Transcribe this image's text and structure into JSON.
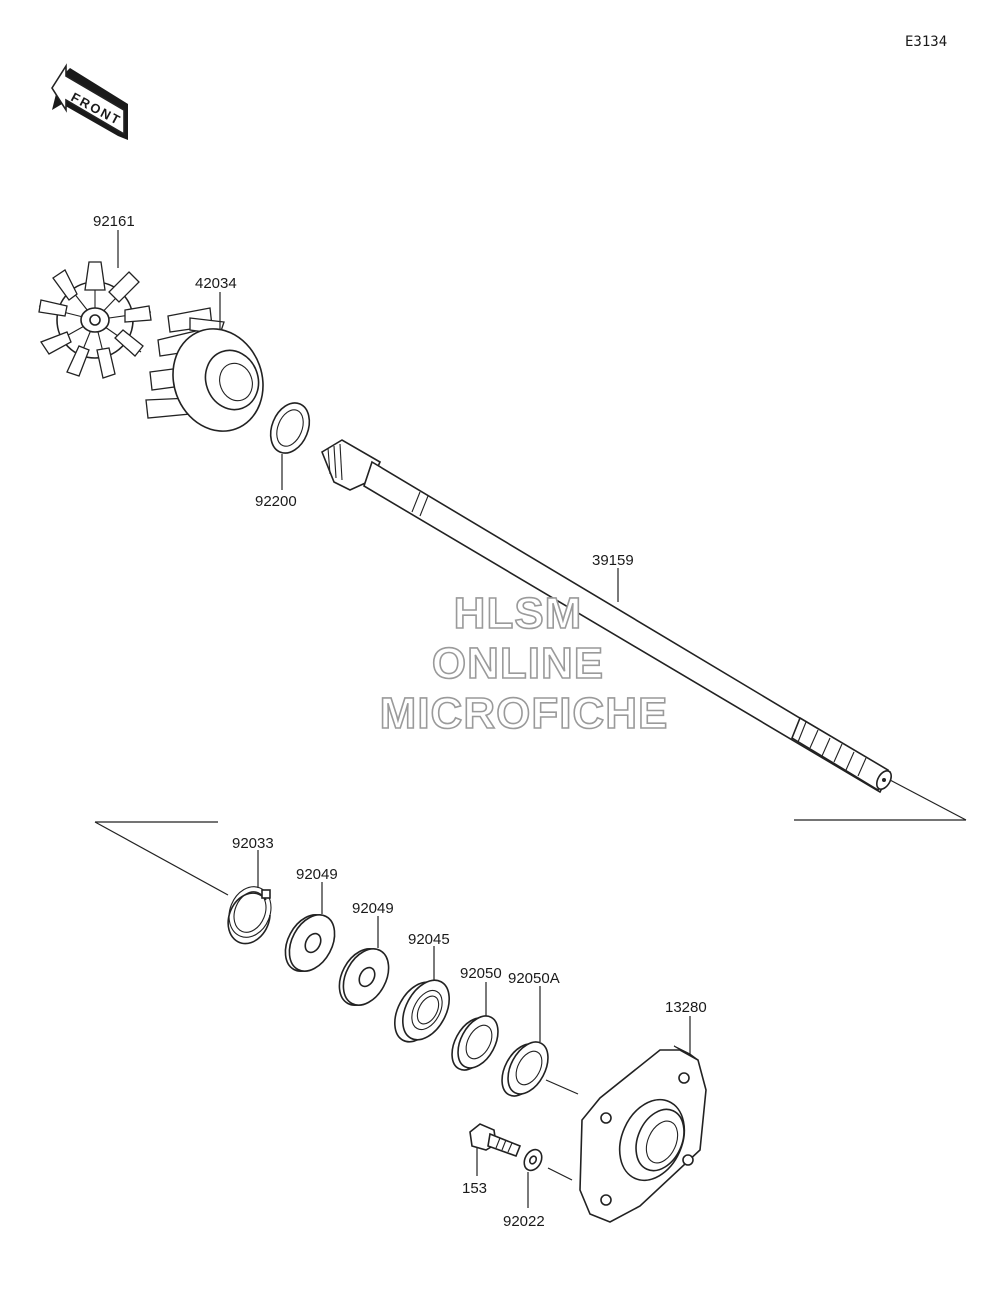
{
  "diagram_code": "E3134",
  "front_label": "FRONT",
  "watermark": {
    "line1": "HLSM",
    "line2": "ONLINE",
    "line3": "MICROFICHE"
  },
  "parts": {
    "impeller_cover": "92161",
    "impeller": "42034",
    "washer": "92200",
    "drive_shaft": "39159",
    "circlip": "92033",
    "washer_a": "92049",
    "washer_b": "92049",
    "bearing": "92045",
    "oil_seal": "92050",
    "oil_seal_a": "92050A",
    "housing": "13280",
    "bolt": "153",
    "washer_small": "92022"
  }
}
